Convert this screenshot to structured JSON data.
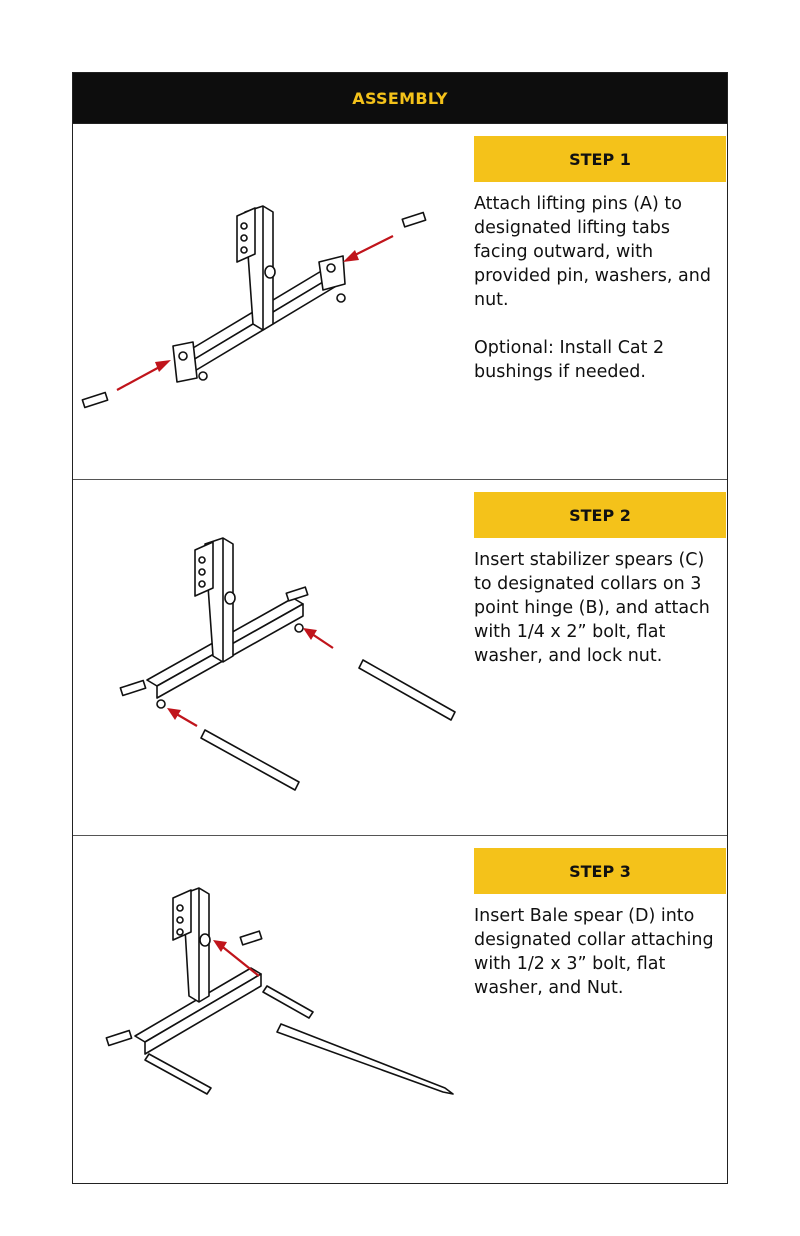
{
  "header": {
    "title": "ASSEMBLY"
  },
  "steps": [
    {
      "title": "STEP 1",
      "paragraphs": [
        "Attach lifting pins (A) to designated lifting tabs facing outward, with provided pin, washers, and nut.",
        "Optional: Install Cat 2 bushings if needed."
      ]
    },
    {
      "title": "STEP 2",
      "paragraphs": [
        "Insert stabilizer spears (C) to designated collars on 3 point hinge (B), and attach with 1/4 x 2” bolt, flat washer, and lock nut."
      ]
    },
    {
      "title": "STEP 3",
      "paragraphs": [
        "Insert Bale spear (D) into designated collar attaching with 1/2 x 3” bolt, flat washer, and Nut."
      ]
    }
  ],
  "colors": {
    "header_bg": "#0d0d0d",
    "accent_yellow": "#f4c21a",
    "arrow_red": "#c0141b"
  }
}
